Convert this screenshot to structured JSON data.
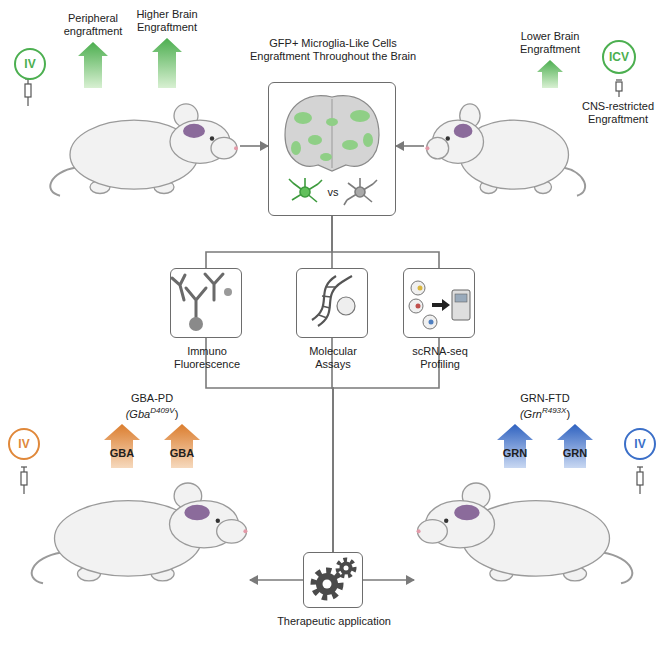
{
  "diagram": {
    "nodes": [
      {
        "text": [
          "Peripheral engraftment",
          "Higher Brain Engraftment"
        ]
      },
      {
        "text": [
          "IV"
        ]
      },
      {
        "text": [
          "GFP+ Microglia-Like Cells Engraftment Throughout the Brain",
          "vs"
        ]
      },
      {
        "text": [
          "Lower Brain Engraftment",
          "CNS-restricted Engraftment"
        ]
      },
      {
        "text": [
          "ICV"
        ]
      },
      {
        "text": [
          "Immuno Fluorescence"
        ]
      },
      {
        "text": [
          "Molecular Assays"
        ]
      },
      {
        "text": [
          "scRNA-seq Profiling"
        ]
      },
      {
        "text": [
          "GBA-PD",
          "(Gba",
          "D409V",
          ")",
          "GBA",
          "GBA"
        ]
      },
      {
        "text": [
          "IV"
        ]
      },
      {
        "text": [
          "Therapeutic application"
        ]
      },
      {
        "text": [
          "GRN-FTD",
          "(Grn",
          "R493X",
          ")",
          "GRN",
          "GRN"
        ]
      },
      {
        "text": [
          "IV"
        ]
      }
    ],
    "edges": [
      {
        "from": 0,
        "to": 2,
        "arrow": "to"
      },
      {
        "from": 3,
        "to": 2,
        "arrow": "to"
      },
      {
        "from": 2,
        "to": 5,
        "arrow": "none"
      },
      {
        "from": 2,
        "to": 6,
        "arrow": "none"
      },
      {
        "from": 2,
        "to": 7,
        "arrow": "none"
      },
      {
        "from": 5,
        "to": 10,
        "arrow": "none"
      },
      {
        "from": 6,
        "to": 10,
        "arrow": "none"
      },
      {
        "from": 7,
        "to": 10,
        "arrow": "none"
      },
      {
        "from": 10,
        "to": 8,
        "arrow": "to"
      },
      {
        "from": 10,
        "to": 11,
        "arrow": "to"
      }
    ]
  }
}
